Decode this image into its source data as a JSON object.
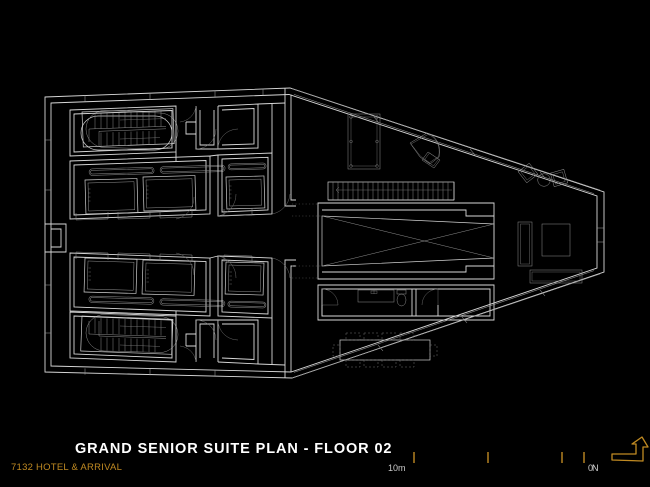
{
  "sheet": {
    "background_color": "#000000",
    "line_color": "#d6d6d6",
    "accent_color": "#c08a22"
  },
  "titleblock": {
    "title": "GRAND SENIOR SUITE PLAN - FLOOR 02",
    "project": "7132 HOTEL & ARRIVAL",
    "scale_label": "10m",
    "scale_zero": "0",
    "north_label": "N",
    "north_icon": "north-arrow-icon"
  },
  "drawing": {
    "name": "grand-senior-suite-floor-plan",
    "type": "architectural-floor-plan",
    "orientation": "plan-view",
    "rooms": [
      {
        "id": "stair-north",
        "label": "",
        "kind": "staircase"
      },
      {
        "id": "bedroom-north-west",
        "label": "",
        "kind": "bedroom"
      },
      {
        "id": "bedroom-north-east",
        "label": "",
        "kind": "bedroom"
      },
      {
        "id": "bathroom-north",
        "label": "",
        "kind": "bathroom"
      },
      {
        "id": "stair-south",
        "label": "",
        "kind": "staircase"
      },
      {
        "id": "bedroom-south-west",
        "label": "",
        "kind": "bedroom"
      },
      {
        "id": "bedroom-south-east",
        "label": "",
        "kind": "bedroom"
      },
      {
        "id": "bathroom-south",
        "label": "",
        "kind": "bathroom"
      },
      {
        "id": "central-void",
        "label": "",
        "kind": "void-pool"
      },
      {
        "id": "lounge-east",
        "label": "",
        "kind": "lounge"
      },
      {
        "id": "dining-area",
        "label": "",
        "kind": "dining"
      },
      {
        "id": "wc-core",
        "label": "",
        "kind": "wc"
      }
    ],
    "furniture": [
      {
        "id": "grand-piano",
        "kind": "piano"
      },
      {
        "id": "billiard-table",
        "kind": "table"
      },
      {
        "id": "armchair-left",
        "kind": "armchair"
      },
      {
        "id": "side-table-round",
        "kind": "round-table"
      },
      {
        "id": "armchair-right",
        "kind": "armchair"
      },
      {
        "id": "sofa-east",
        "kind": "sofa"
      },
      {
        "id": "coffee-table-east",
        "kind": "coffee-table"
      },
      {
        "id": "bench-east",
        "kind": "bench"
      },
      {
        "id": "dining-table",
        "kind": "dining-table",
        "seats": 10
      },
      {
        "id": "bed-nw",
        "kind": "bed"
      },
      {
        "id": "bed-ne",
        "kind": "bed"
      },
      {
        "id": "bed-sw",
        "kind": "bed"
      },
      {
        "id": "bed-se",
        "kind": "bed"
      },
      {
        "id": "bed-bath-n",
        "kind": "bed"
      },
      {
        "id": "bed-bath-s",
        "kind": "bed"
      },
      {
        "id": "toilet-core",
        "kind": "toilet"
      },
      {
        "id": "vanity-core",
        "kind": "vanity"
      }
    ]
  }
}
